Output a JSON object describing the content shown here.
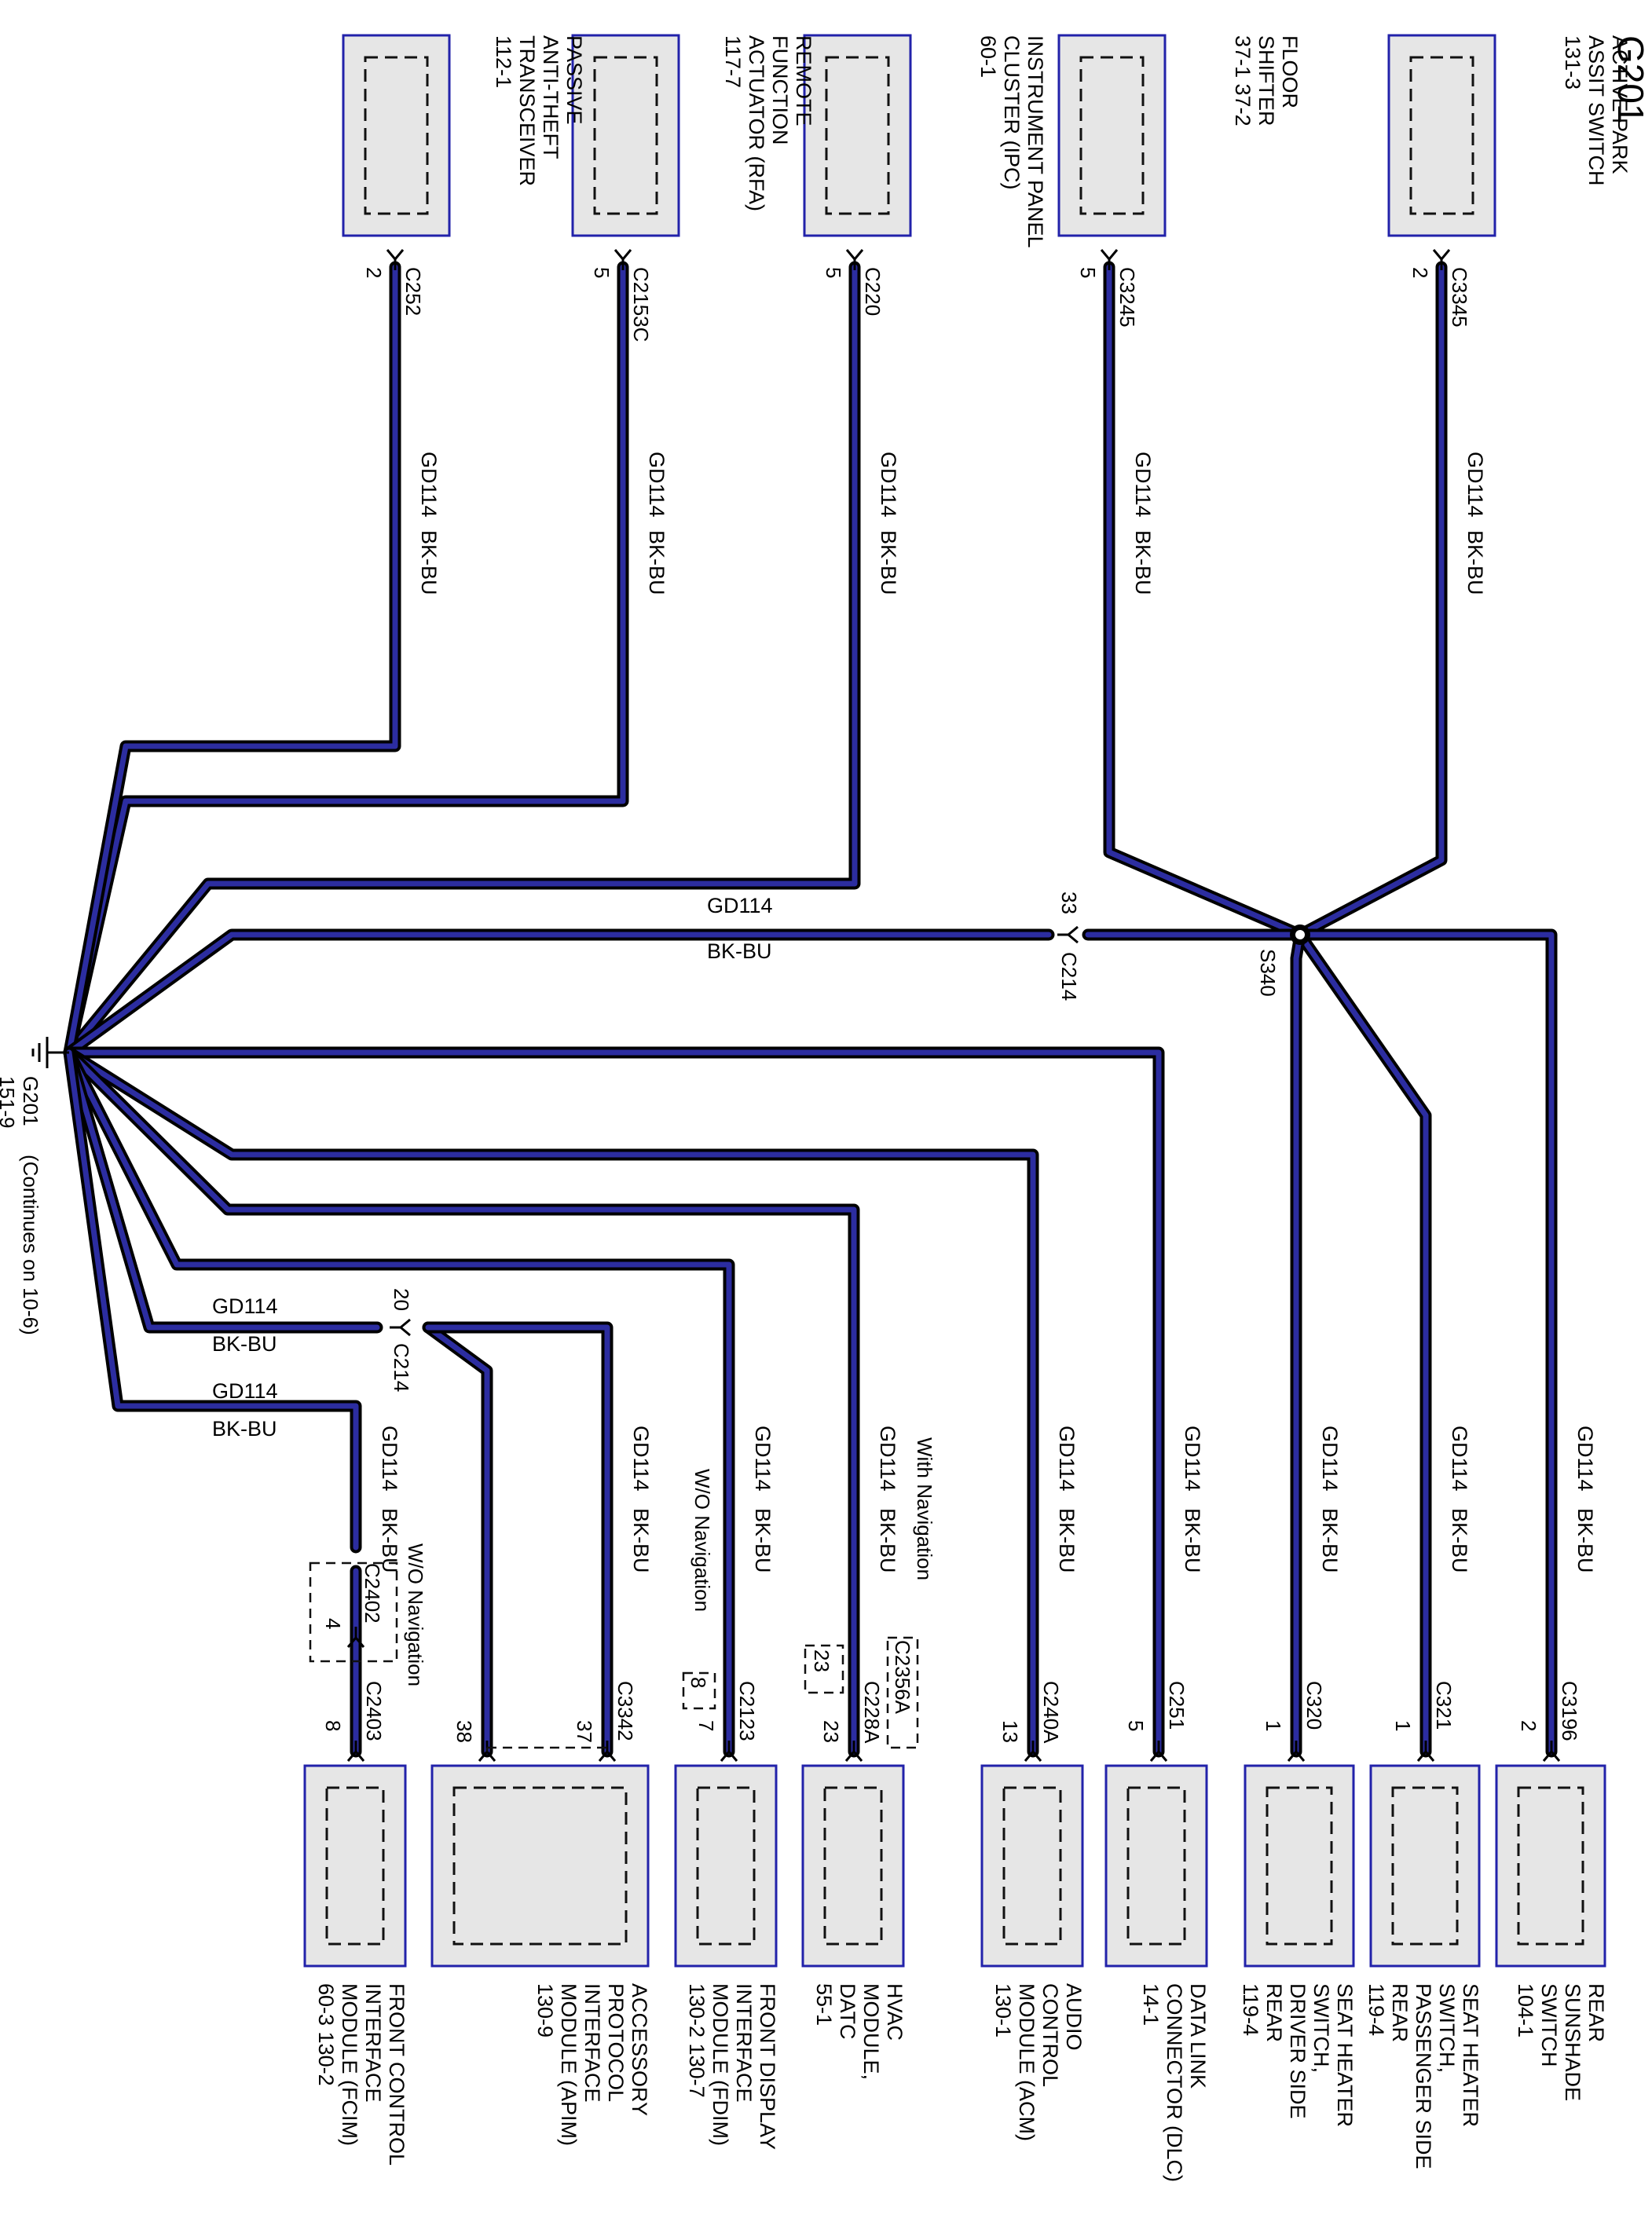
{
  "title": "G201",
  "ground": {
    "name": "G201",
    "ref": "151-9",
    "note": "(Continues on 10-6)"
  },
  "splice": "S340",
  "top_components": [
    {
      "key": "apa",
      "lines": [
        "ACTIVE PARK",
        "ASSIT SWITCH",
        "131-3"
      ],
      "connector": "C3345",
      "pin": "2",
      "circuit": "GD114",
      "color": "BK-BU"
    },
    {
      "key": "fs",
      "lines": [
        "FLOOR",
        "SHIFTER",
        "37-1  37-2"
      ],
      "connector": "C3245",
      "pin": "5",
      "circuit": "GD114",
      "color": "BK-BU"
    },
    {
      "key": "ipc",
      "lines": [
        "INSTRUMENT PANEL",
        "CLUSTER (IPC)",
        "60-1"
      ],
      "connector": "C220",
      "pin": "5",
      "circuit": "GD114",
      "color": "BK-BU"
    },
    {
      "key": "rfa",
      "lines": [
        "REMOTE",
        "FUNCTION",
        "ACTUATOR (RFA)",
        "117-7"
      ],
      "connector": "C2153C",
      "pin": "5",
      "circuit": "GD114",
      "color": "BK-BU"
    },
    {
      "key": "pats",
      "lines": [
        "PASSIVE",
        "ANTI-THEFT",
        "TRANSCEIVER",
        "112-1"
      ],
      "connector": "C252",
      "pin": "2",
      "circuit": "GD114",
      "color": "BK-BU"
    }
  ],
  "bottom_components": [
    {
      "key": "rss",
      "lines": [
        "REAR",
        "SUNSHADE",
        "SWITCH",
        "104-1"
      ],
      "connector": "C3196",
      "pin": "2",
      "circuit": "GD114",
      "color": "BK-BU"
    },
    {
      "key": "shp",
      "lines": [
        "SEAT HEATER",
        "SWITCH,",
        "PASSENGER SIDE",
        "REAR",
        "119-4"
      ],
      "connector": "C321",
      "pin": "1",
      "circuit": "GD114",
      "color": "BK-BU"
    },
    {
      "key": "shd",
      "lines": [
        "SEAT HEATER",
        "SWITCH,",
        "DRIVER SIDE",
        "REAR",
        "119-4"
      ],
      "connector": "C320",
      "pin": "1",
      "circuit": "GD114",
      "color": "BK-BU"
    },
    {
      "key": "dlc",
      "lines": [
        "DATA LINK",
        "CONNECTOR (DLC)",
        "14-1"
      ],
      "connector": "C251",
      "pin": "5",
      "circuit": "GD114",
      "color": "BK-BU"
    },
    {
      "key": "acm",
      "lines": [
        "AUDIO",
        "CONTROL",
        "MODULE (ACM)",
        "130-1"
      ],
      "connector": "C240A",
      "pin": "13",
      "circuit": "GD114",
      "color": "BK-BU"
    },
    {
      "key": "hvac",
      "lines": [
        "HVAC",
        "MODULE,",
        "DATC",
        "55-1"
      ],
      "connector": "C228A",
      "pin": "23",
      "alt_connector": "C2356A",
      "alt_pin": "23",
      "note": "With Navigation",
      "circuit": "GD114",
      "color": "BK-BU"
    },
    {
      "key": "fdim",
      "lines": [
        "FRONT DISPLAY",
        "INTERFACE",
        "MODULE (FDIM)",
        "130-2  130-7"
      ],
      "connector": "C2123",
      "pin": "7",
      "alt_pin": "8",
      "note": "W/O Navigation",
      "circuit": "GD114",
      "color": "BK-BU"
    },
    {
      "key": "apim",
      "lines": [
        "ACCESSORY",
        "PROTOCOL",
        "INTERFACE",
        "MODULE (APIM)",
        "130-9"
      ],
      "connector": "C3342",
      "pin": "37",
      "pin2": "38",
      "circuit": "GD114",
      "color": "BK-BU"
    },
    {
      "key": "fcim",
      "lines": [
        "FRONT CONTROL",
        "INTERFACE",
        "MODULE (FCIM)",
        "60-3  130-2"
      ],
      "connector": "C2403",
      "pin": "8",
      "inline_connector": "C2402",
      "inline_pin": "4",
      "note": "W/O Navigation",
      "circuit": "GD114",
      "color": "BK-BU"
    }
  ],
  "inline_connectors": [
    {
      "key": "c214a",
      "name": "C214",
      "pin": "33",
      "circuit": "GD114",
      "color": "BK-BU"
    },
    {
      "key": "c214b",
      "name": "C214",
      "pin": "20",
      "circuit": "GD114",
      "color": "BK-BU"
    }
  ],
  "ground_extra": {
    "circuit": "GD114",
    "color": "BK-BU"
  },
  "colors": {
    "wire_outer": "#000000",
    "wire_inner": "#2c2da0",
    "box_fill": "#e6e6e6",
    "box_border": "#2222aa"
  }
}
